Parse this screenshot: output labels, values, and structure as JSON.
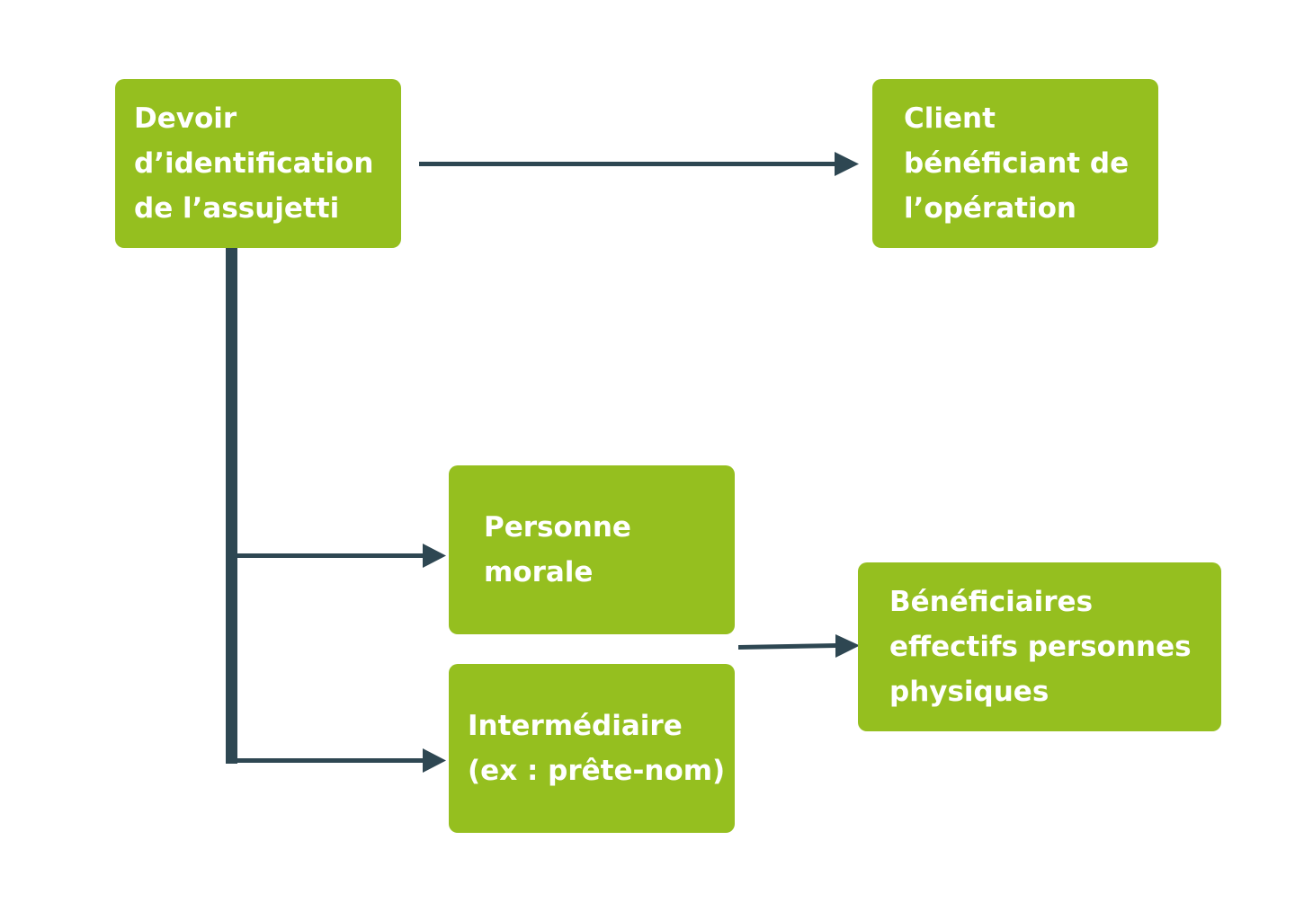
{
  "diagram": {
    "colors": {
      "box_fill": "#95bf1f",
      "box_text": "#ffffff",
      "connector": "#2e4752"
    },
    "nodes": {
      "devoir": {
        "lines": [
          "Devoir",
          "d’identification",
          "de l’assujetti"
        ]
      },
      "client": {
        "lines": [
          "Client",
          "bénéficiant de",
          "l’opération"
        ]
      },
      "personne_morale": {
        "lines": [
          "Personne",
          "morale"
        ]
      },
      "intermediaire": {
        "lines": [
          "Intermédiaire",
          "(ex : prête-nom)"
        ]
      },
      "beneficiaires": {
        "lines": [
          "Bénéficiaires",
          "effectifs personnes",
          "physiques"
        ]
      }
    },
    "edges": [
      {
        "from": "devoir",
        "to": "client"
      },
      {
        "from": "devoir",
        "to": "personne_morale"
      },
      {
        "from": "devoir",
        "to": "intermediaire"
      },
      {
        "from": "personne_morale",
        "to": "beneficiaires"
      },
      {
        "from": "intermediaire",
        "to": "beneficiaires"
      }
    ]
  }
}
